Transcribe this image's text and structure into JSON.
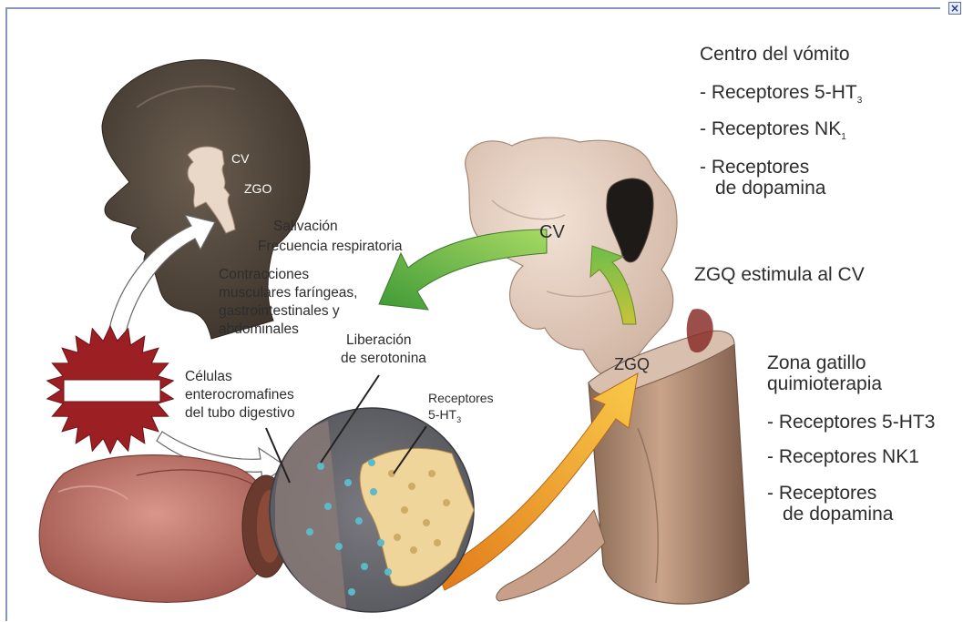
{
  "labels": {
    "cv_head": "CV",
    "zgo_head": "ZGO",
    "salivacion": "Salivación",
    "frecuencia": "Frecuencia respiratoria",
    "contracciones": [
      "Contracciones",
      "musculares faríngeas,",
      "gastrointestinales y",
      "abdominales"
    ],
    "liberacion": [
      "Liberación",
      "de serotonina"
    ],
    "celulas": [
      "Células",
      "enterocromafines",
      "del tubo digestivo"
    ],
    "receptores_small": [
      "Receptores",
      "5-HT"
    ],
    "receptores_small_sub": "3",
    "cv_brain": "CV",
    "zgq_brain": "ZGQ"
  },
  "centro": {
    "title": "Centro del vómito",
    "item1": "- Receptores 5-HT",
    "item1_sub": "3",
    "item2": "- Receptores NK",
    "item2_sub": "1",
    "item3": [
      "- Receptores",
      "de dopamina"
    ]
  },
  "estimula": "ZGQ estimula al CV",
  "zona": {
    "title": [
      "Zona gatillo",
      "quimioterapia"
    ],
    "item1": "- Receptores 5-HT3",
    "item2": "- Receptores NK1",
    "item3": [
      "- Receptores",
      "de dopamina"
    ]
  },
  "close_icon": "×",
  "colors": {
    "green_arrow": "#6fbf3c",
    "yellow_arrow": "#f0a82a",
    "stop_sign": "#9c1f24",
    "head": "#4a4036",
    "brainstem": "#e6cfc0",
    "intestine": "#b86e62",
    "receptor_dots": "#5bb9c8",
    "frame_border": "#8a96b8",
    "close_button": "#1f3a8a"
  }
}
